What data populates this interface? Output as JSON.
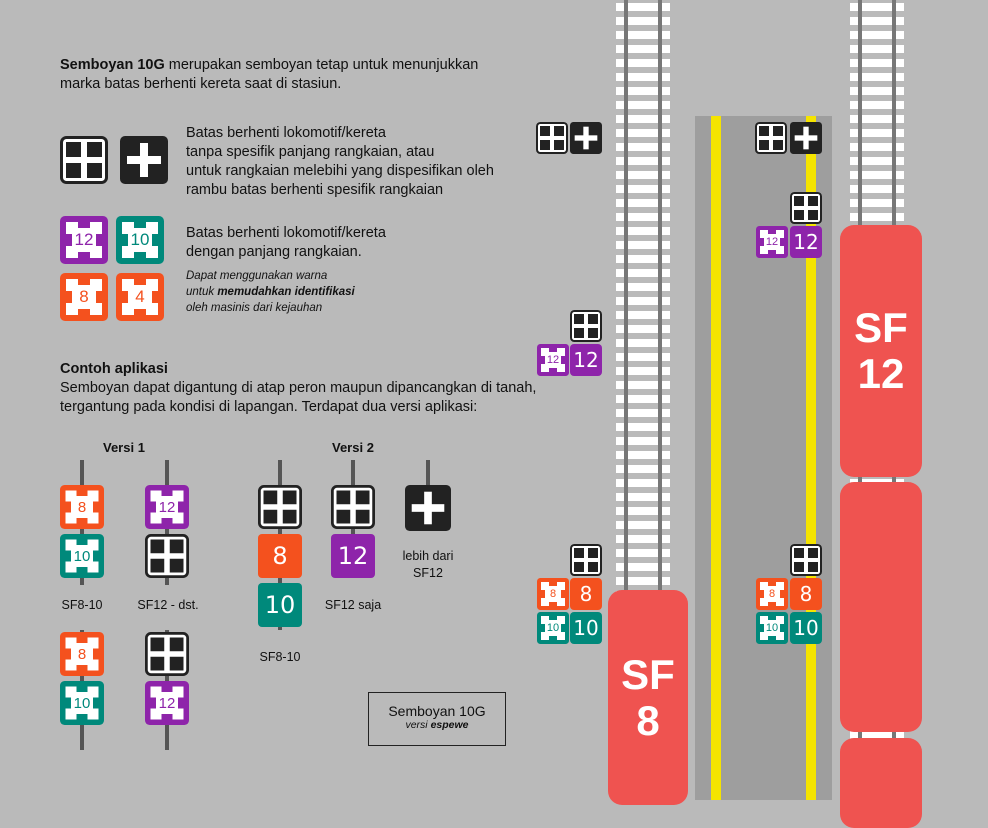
{
  "intro": {
    "title": "Semboyan 10G",
    "rest": " merupakan semboyan tetap untuk menunjukkan",
    "line2": "marka batas berhenti kereta saat di stasiun."
  },
  "desc1": [
    "Batas berhenti lokomotif/kereta",
    "tanpa spesifik panjang rangkaian, atau",
    "untuk rangkaian melebihi yang dispesifikan oleh",
    "rambu batas berhenti spesifik rangkaian"
  ],
  "desc2": [
    "Batas berhenti lokomotif/kereta",
    "dengan panjang rangkaian."
  ],
  "note": {
    "line1": "Dapat menggunakan warna",
    "line2a": "untuk ",
    "line2b": "memudahkan identifikasi",
    "line3": "oleh masinis dari kejauhan"
  },
  "application": {
    "title": "Contoh aplikasi",
    "line1": "Semboyan dapat digantung di atap peron maupun dipancangkan di tanah,",
    "line2": "tergantung pada kondisi di lapangan. Terdapat dua versi aplikasi:"
  },
  "versions": {
    "v1": "Versi 1",
    "v2": "Versi 2"
  },
  "captions": {
    "sf8_10": "SF8-10",
    "sf12_dst": "SF12 - dst.",
    "sf12_saja": "SF12 saja",
    "sf8_10_b": "SF8-10",
    "lebih1": "lebih dari",
    "lebih2": "SF12"
  },
  "numbers": {
    "n12": "12",
    "n10": "10",
    "n8": "8",
    "n4": "4"
  },
  "trains": {
    "sf8_a": "SF",
    "sf8_b": "8",
    "sf12_a": "SF",
    "sf12_b": "12"
  },
  "credit": {
    "title": "Semboyan 10G",
    "sub_a": "versi ",
    "sub_b": "espewe"
  },
  "colors": {
    "purple": "#8e24aa",
    "teal": "#00897b",
    "orange": "#f4511e",
    "black": "#222222",
    "train": "#ef5350",
    "yellow": "#f5e400"
  }
}
